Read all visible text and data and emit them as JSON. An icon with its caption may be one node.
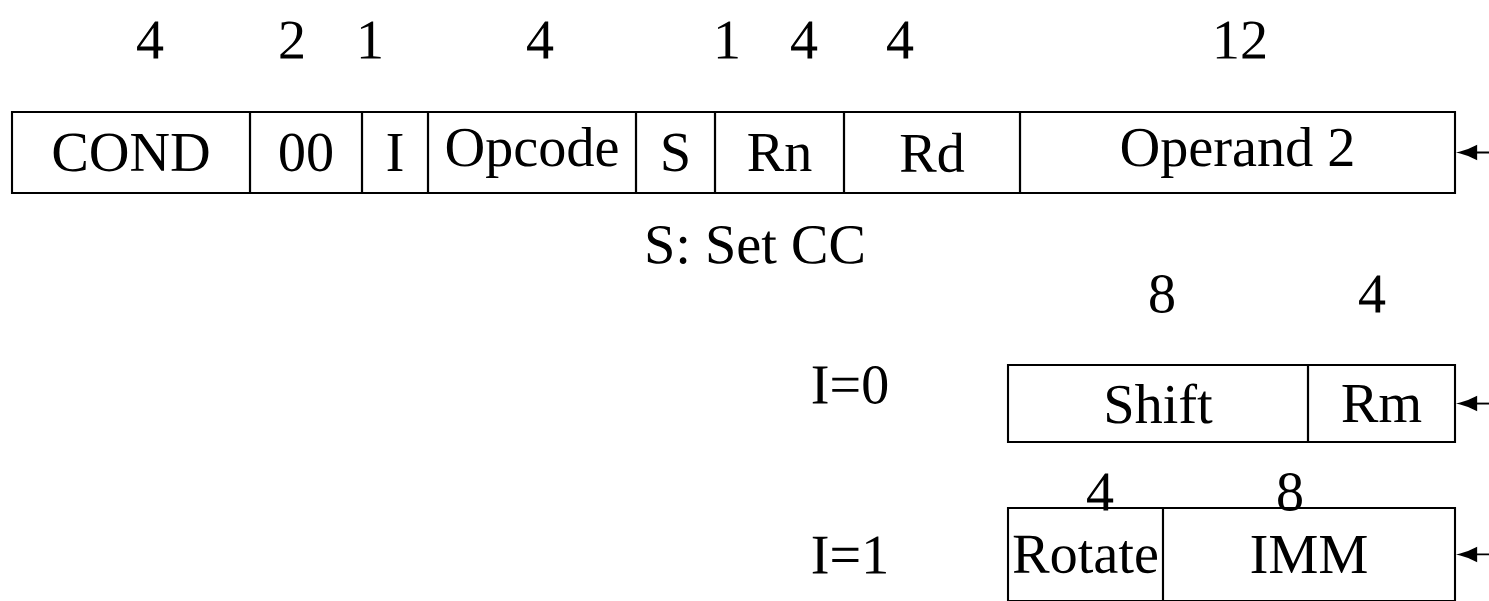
{
  "diagram": {
    "nodes": [
      {
        "text": [
          "COND"
        ],
        "beside": [
          "4"
        ]
      },
      {
        "text": [
          "00"
        ],
        "beside": [
          "2"
        ]
      },
      {
        "text": [
          "I"
        ],
        "beside": [
          "1"
        ]
      },
      {
        "text": [
          "Opcode"
        ],
        "beside": [
          "4"
        ]
      },
      {
        "text": [
          "S"
        ],
        "beside": [
          "1"
        ]
      },
      {
        "text": [
          "Rn"
        ],
        "beside": [
          "4"
        ]
      },
      {
        "text": [
          "Rd"
        ],
        "beside": [
          "4"
        ]
      },
      {
        "text": [
          "Operand 2"
        ],
        "beside": [
          "12"
        ]
      },
      {
        "text": [
          "Shift"
        ],
        "beside": [
          "8"
        ]
      },
      {
        "text": [
          "Rm"
        ],
        "beside": [
          "4"
        ]
      },
      {
        "text": [
          "Rotate"
        ],
        "beside": [
          "4"
        ]
      },
      {
        "text": [
          "IMM"
        ],
        "beside": [
          "8"
        ]
      }
    ],
    "edges": [
      {
        "from": null,
        "to": 7,
        "arrow": "to"
      },
      {
        "from": null,
        "to": 9,
        "arrow": "to"
      },
      {
        "from": null,
        "to": 11,
        "arrow": "to"
      }
    ],
    "labels": [
      "S: Set CC",
      "I=0",
      "I=1"
    ]
  }
}
